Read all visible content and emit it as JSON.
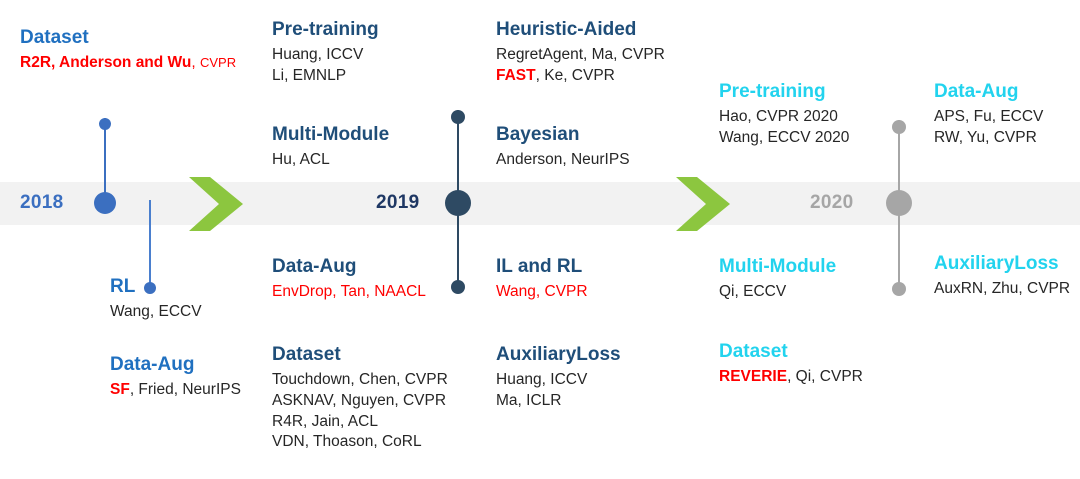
{
  "colors": {
    "band": "#f2f2f2",
    "blue_2018": "#2070c0",
    "navy_2019": "#1f4e79",
    "cyan_2020": "#22d3ee",
    "gray_2020": "#a6a6a6",
    "red_highlight": "#ff0000",
    "green_arrow": "#8cc63f",
    "body_text": "#262626"
  },
  "timeline": {
    "years": [
      {
        "label": "2018",
        "color": "#3b6fc0"
      },
      {
        "label": "2019",
        "color": "#1f3864"
      },
      {
        "label": "2020",
        "color": "#a6a6a6"
      }
    ],
    "arrows": [
      {
        "name": "chevron-2018-to-2019"
      },
      {
        "name": "chevron-2019-to-2020"
      }
    ]
  },
  "columns": [
    {
      "id": "col-2018",
      "year": "2018",
      "above": [
        {
          "heading": "Dataset",
          "entries": [
            {
              "highlight": "R2R, Anderson and Wu",
              "rest": ", ",
              "small": "CVPR",
              "all_red": true
            }
          ]
        }
      ],
      "below": [
        {
          "heading": "RL",
          "entries": [
            {
              "highlight": "",
              "rest": "Wang, ECCV",
              "small": ""
            }
          ]
        },
        {
          "heading": "Data-Aug",
          "entries": [
            {
              "highlight": "SF",
              "rest": ", Fried, NeurIPS",
              "small": ""
            }
          ]
        }
      ]
    },
    {
      "id": "col-2019-left",
      "year": "2019",
      "above": [
        {
          "heading": "Pre-training",
          "entries": [
            {
              "highlight": "",
              "rest": "Huang, ICCV",
              "small": ""
            },
            {
              "highlight": "",
              "rest": "Li, EMNLP",
              "small": ""
            }
          ]
        },
        {
          "heading": "Multi-Module",
          "entries": [
            {
              "highlight": "",
              "rest": "Hu, ACL",
              "small": ""
            }
          ]
        }
      ],
      "below": [
        {
          "heading": "Data-Aug",
          "entries": [
            {
              "highlight": "EnvDrop, Tan, NAACL",
              "rest": "",
              "small": "",
              "all_red": true
            }
          ]
        },
        {
          "heading": "Dataset",
          "entries": [
            {
              "highlight": "",
              "rest": "Touchdown, Chen, CVPR",
              "small": ""
            },
            {
              "highlight": "",
              "rest": "ASKNAV, Nguyen, CVPR",
              "small": ""
            },
            {
              "highlight": "",
              "rest": "R4R, Jain, ACL",
              "small": ""
            },
            {
              "highlight": "",
              "rest": "VDN, Thoason, CoRL",
              "small": ""
            }
          ]
        }
      ]
    },
    {
      "id": "col-2019-right",
      "year": "2019",
      "above": [
        {
          "heading": "Heuristic-Aided",
          "entries": [
            {
              "highlight": "",
              "rest": "RegretAgent, Ma, CVPR",
              "small": ""
            },
            {
              "highlight": "FAST",
              "rest": ", Ke, CVPR",
              "small": ""
            }
          ]
        },
        {
          "heading": "Bayesian",
          "entries": [
            {
              "highlight": "",
              "rest": "Anderson, NeurIPS",
              "small": ""
            }
          ]
        }
      ],
      "below": [
        {
          "heading": "IL and RL",
          "entries": [
            {
              "highlight": "Wang, CVPR",
              "rest": "",
              "small": "",
              "all_red": true
            }
          ]
        },
        {
          "heading": "AuxiliaryLoss",
          "entries": [
            {
              "highlight": "",
              "rest": "Huang, ICCV",
              "small": ""
            },
            {
              "highlight": "",
              "rest": "Ma, ICLR",
              "small": ""
            }
          ]
        }
      ]
    },
    {
      "id": "col-2020-left",
      "year": "2020",
      "above": [
        {
          "heading": "Pre-training",
          "entries": [
            {
              "highlight": "",
              "rest": "Hao, CVPR 2020",
              "small": ""
            },
            {
              "highlight": "",
              "rest": "Wang, ECCV 2020",
              "small": ""
            }
          ]
        }
      ],
      "below": [
        {
          "heading": "Multi-Module",
          "entries": [
            {
              "highlight": "",
              "rest": "Qi, ECCV",
              "small": ""
            }
          ]
        },
        {
          "heading": "Dataset",
          "entries": [
            {
              "highlight": "REVERIE",
              "rest": ", Qi, CVPR",
              "small": ""
            }
          ]
        }
      ]
    },
    {
      "id": "col-2020-right",
      "year": "2020",
      "above": [
        {
          "heading": "Data-Aug",
          "entries": [
            {
              "highlight": "",
              "rest": "APS, Fu, ECCV",
              "small": ""
            },
            {
              "highlight": "",
              "rest": "RW, Yu, CVPR",
              "small": ""
            }
          ]
        }
      ],
      "below": [
        {
          "heading": "AuxiliaryLoss",
          "entries": [
            {
              "highlight": "",
              "rest": "AuxRN, Zhu, CVPR",
              "small": ""
            }
          ]
        }
      ]
    }
  ]
}
